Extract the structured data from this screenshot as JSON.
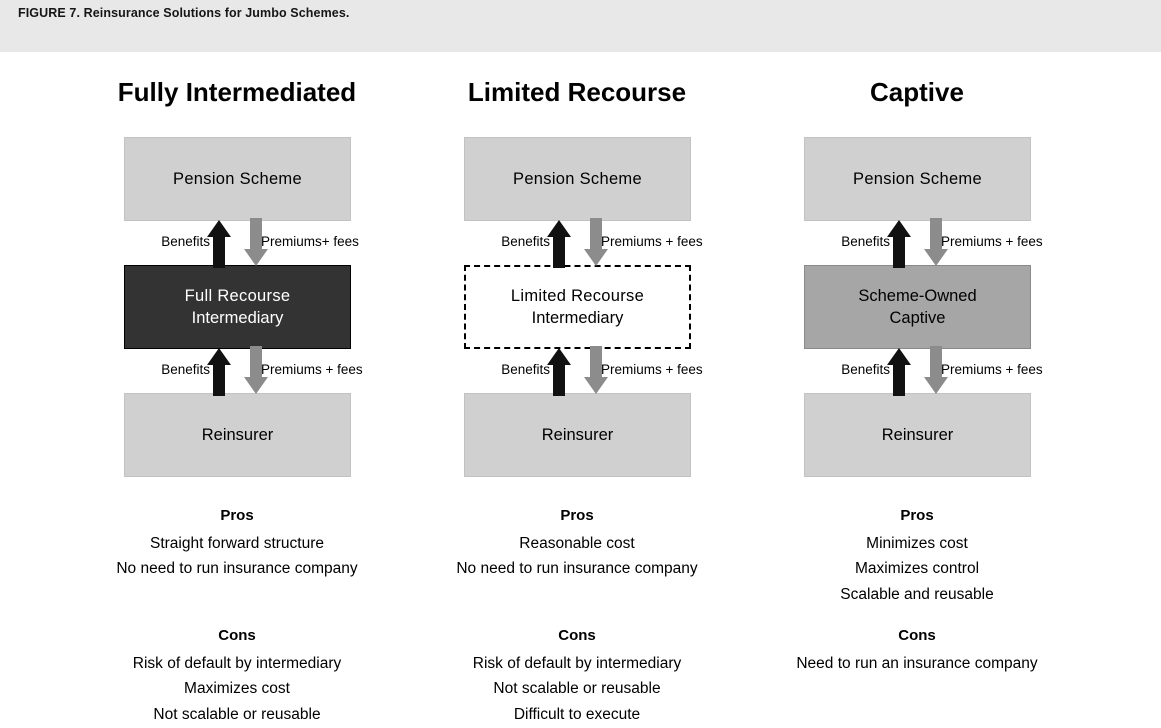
{
  "caption": "FIGURE 7. Reinsurance Solutions for Jumbo Schemes.",
  "colors": {
    "caption_band": "#e8e8e8",
    "light_box": "#d0d0d0",
    "dark_box": "#333333",
    "mid_box": "#a6a6a6",
    "page_background": "#ffffff",
    "black_arrow": "#111111",
    "gray_arrow": "#8c8c8c"
  },
  "columns": [
    {
      "title": "Fully Intermediated",
      "nodes": {
        "top": "Pension  Scheme",
        "middle_line1": "Full  Recourse",
        "middle_line2": "Intermediary",
        "bottom": "Reinsurer"
      },
      "flows": {
        "upper_left": "Benefits",
        "upper_right": "Premiums+ fees",
        "lower_left": "Benefits",
        "lower_right": "Premiums  + fees"
      },
      "pros_heading": "Pros",
      "pros": [
        "Straight forward structure",
        "No need to run insurance company"
      ],
      "cons_heading": "Cons",
      "cons": [
        "Risk of default by intermediary",
        "Maximizes cost",
        "Not scalable or reusable"
      ]
    },
    {
      "title": "Limited Recourse",
      "nodes": {
        "top": "Pension  Scheme",
        "middle_line1": "Limited  Recourse",
        "middle_line2": "Intermediary",
        "bottom": "Reinsurer"
      },
      "flows": {
        "upper_left": "Benefits",
        "upper_right": "Premiums + fees",
        "lower_left": "Benefits",
        "lower_right": "Premiums + fees"
      },
      "pros_heading": "Pros",
      "pros": [
        "Reasonable cost",
        "No need to run insurance company"
      ],
      "cons_heading": "Cons",
      "cons": [
        "Risk of default by intermediary",
        "Not scalable or reusable",
        "Difficult to execute"
      ]
    },
    {
      "title": "Captive",
      "nodes": {
        "top": "Pension  Scheme",
        "middle_line1": "Scheme-Owned",
        "middle_line2": "Captive",
        "bottom": "Reinsurer"
      },
      "flows": {
        "upper_left": "Benefits",
        "upper_right": "Premiums + fees",
        "lower_left": "Benefits",
        "lower_right": "Premiums + fees"
      },
      "pros_heading": "Pros",
      "pros": [
        "Minimizes cost",
        "Maximizes control",
        "Scalable and reusable"
      ],
      "cons_heading": "Cons",
      "cons": [
        "Need to run an insurance company"
      ]
    }
  ]
}
